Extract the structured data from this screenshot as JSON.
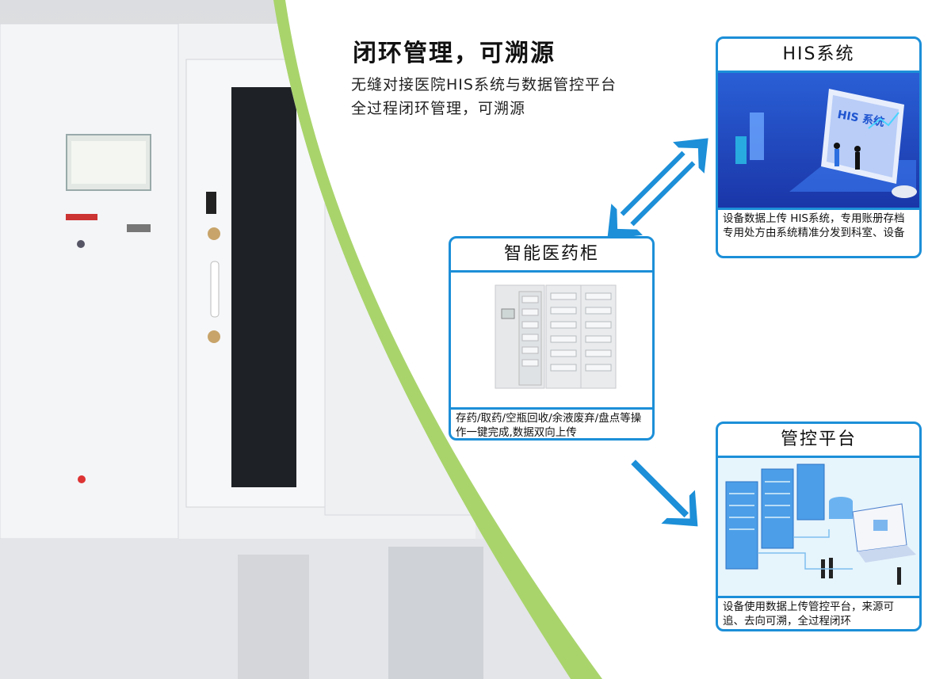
{
  "headline": "闭环管理，可溯源",
  "subtitle_lines": [
    "无缝对接医院HIS系统与数据管控平台",
    "全过程闭环管理，可溯源"
  ],
  "cards": {
    "his": {
      "title": "HIS系统",
      "screen_label": "HIS 系统",
      "description": "设备数据上传 HIS系统，专用账册存档专用处方由系统精准分发到科室、设备"
    },
    "cabinet": {
      "title": "智能医药柜",
      "description": "存药/取药/空瓶回收/余液废弃/盘点等操作一键完成,数据双向上传"
    },
    "platform": {
      "title": "管控平台",
      "description": "设备使用数据上传管控平台，来源可追、去向可溯，全过程闭环"
    }
  },
  "colors": {
    "accent_blue": "#1c8fd8",
    "green_swoosh": "#a9d46c",
    "cabinet_white": "#f1f2f4"
  }
}
